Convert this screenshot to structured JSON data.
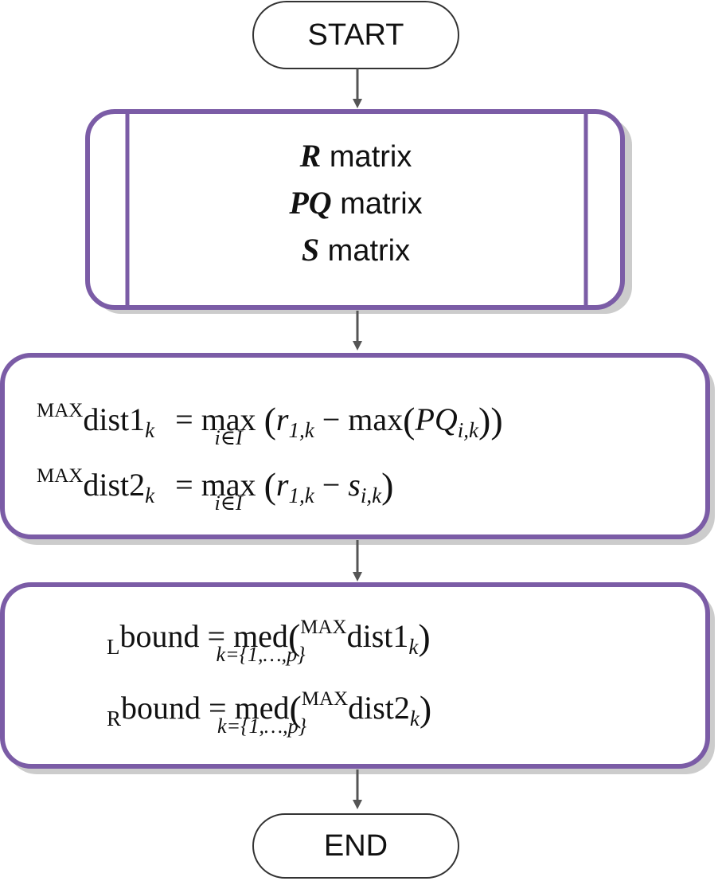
{
  "start": {
    "label": "START"
  },
  "end": {
    "label": "END"
  },
  "input_box": {
    "lines": [
      {
        "symbol": "R",
        "text": " matrix"
      },
      {
        "symbol": "PQ",
        "text": " matrix"
      },
      {
        "symbol": "S",
        "text": " matrix"
      }
    ]
  },
  "dist_box": {
    "eq1": {
      "sup": "MAX",
      "base": "dist1",
      "sub": "k",
      "eq": "=",
      "op": "max",
      "op_under": "i∈I",
      "term_a": "r",
      "term_a_sub": "1,k",
      "minus": "−",
      "inner_op": "max",
      "inner_term": "PQ",
      "inner_sub": "i,k"
    },
    "eq2": {
      "sup": "MAX",
      "base": "dist2",
      "sub": "k",
      "eq": "=",
      "op": "max",
      "op_under": "i∈I",
      "term_a": "r",
      "term_a_sub": "1,k",
      "minus": "−",
      "term_b": "s",
      "term_b_sub": "i,k"
    }
  },
  "bound_box": {
    "eq1": {
      "pre_sub": "L",
      "base": "bound",
      "eq": "=",
      "op": "med",
      "op_under": "k={1,…,p}",
      "arg_sup": "MAX",
      "arg_base": "dist1",
      "arg_sub": "k"
    },
    "eq2": {
      "pre_sub": "R",
      "base": "bound",
      "eq": "=",
      "op": "med",
      "op_under": "k={1,…,p}",
      "arg_sup": "MAX",
      "arg_base": "dist2",
      "arg_sub": "k"
    }
  },
  "colors": {
    "box_border": "#7b5ca6",
    "shadow": "#c9c9c9",
    "arrow": "#555555",
    "terminal_border": "#333333"
  }
}
